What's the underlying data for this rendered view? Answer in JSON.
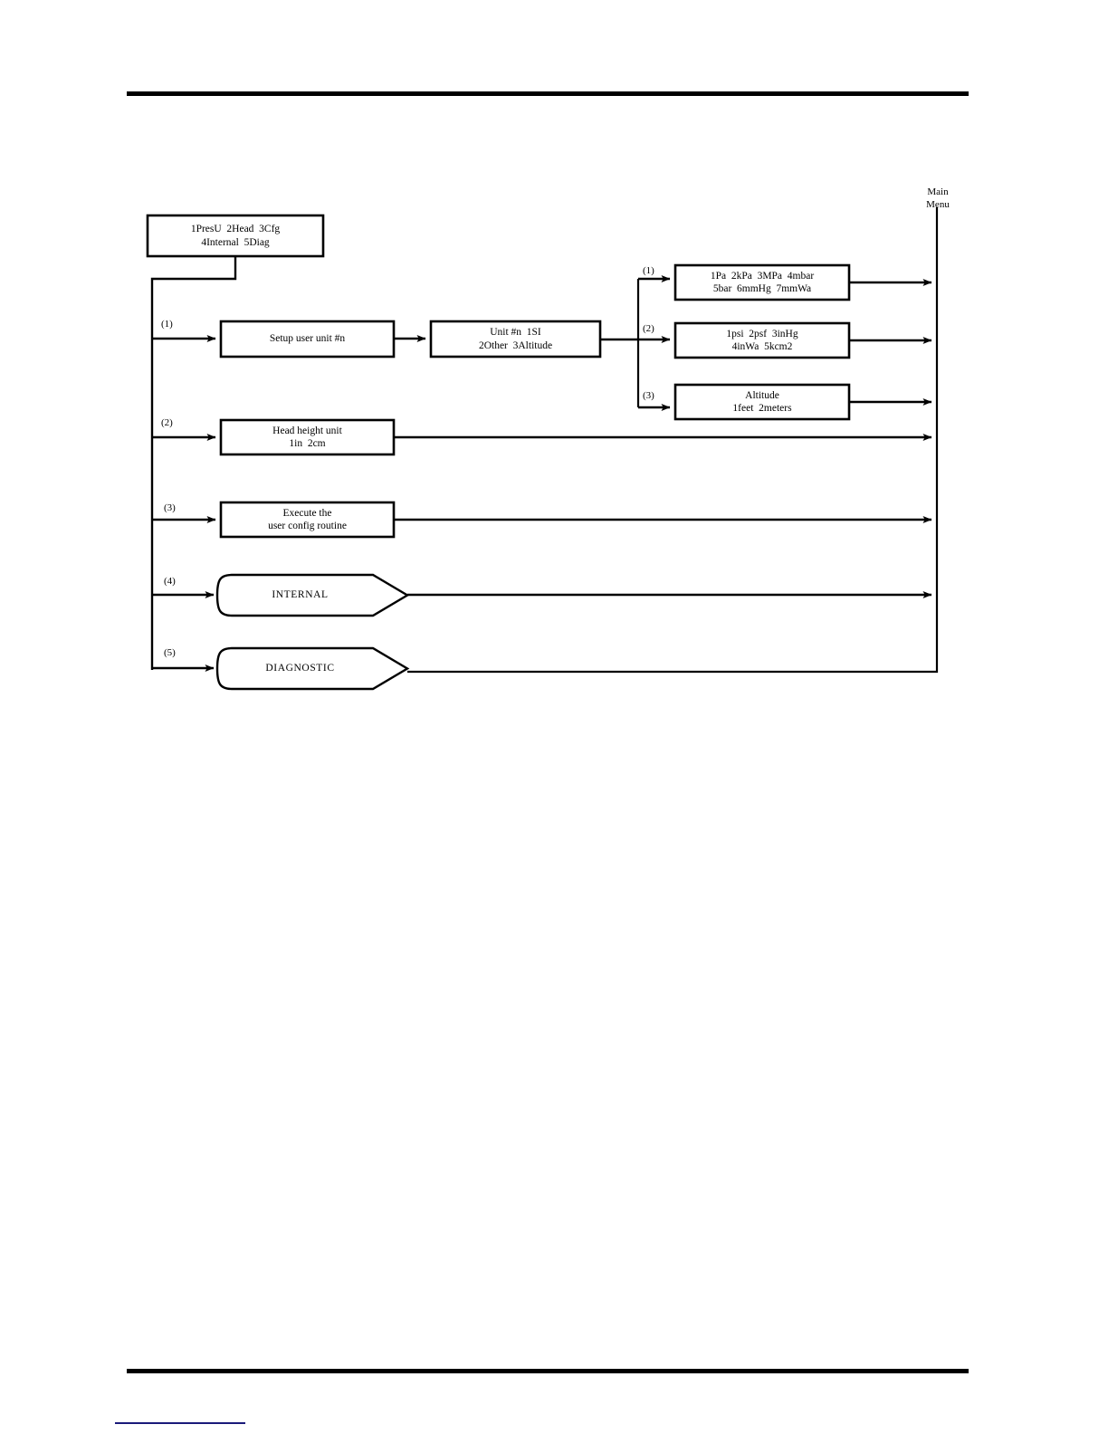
{
  "page": {
    "type": "technical-manual-flowchart",
    "background": "#ffffff",
    "ink": "#000000",
    "accent_rule_color": "#1a1a7a"
  },
  "diagram": {
    "title_label": {
      "line1": "Main",
      "line2": "Menu"
    },
    "nodes": [
      {
        "id": "root-menu",
        "shape": "rect",
        "lines": [
          "1PresU  2Head  3Cfg",
          "4Internal  5Diag"
        ]
      },
      {
        "id": "setup-user-unit",
        "shape": "rect",
        "lines": [
          "Setup user unit #n"
        ]
      },
      {
        "id": "unit-select",
        "shape": "rect",
        "lines": [
          "Unit #n  1SI",
          "2Other  3Altitude"
        ]
      },
      {
        "id": "si-units",
        "shape": "rect",
        "lines": [
          "1Pa  2kPa  3MPa  4mbar",
          "5bar  6mmHg  7mmWa"
        ]
      },
      {
        "id": "other-units",
        "shape": "rect",
        "lines": [
          "1psi  2psf  3inHg",
          "4inWa  5kcm2"
        ]
      },
      {
        "id": "altitude-units",
        "shape": "rect",
        "lines": [
          "Altitude",
          "1feet  2meters"
        ]
      },
      {
        "id": "head-height-unit",
        "shape": "rect",
        "lines": [
          "Head height unit",
          "1in  2cm"
        ]
      },
      {
        "id": "execute-user-config",
        "shape": "rect",
        "lines": [
          "Execute the",
          "user config routine"
        ]
      },
      {
        "id": "internal",
        "shape": "flag",
        "lines": [
          "INTERNAL"
        ]
      },
      {
        "id": "diagnostic",
        "shape": "flag",
        "lines": [
          "DIAGNOSTIC"
        ]
      }
    ],
    "branch_labels_left": [
      "(1)",
      "(2)",
      "(3)",
      "(4)",
      "(5)"
    ],
    "branch_labels_right": [
      "(1)",
      "(2)",
      "(3)"
    ]
  }
}
